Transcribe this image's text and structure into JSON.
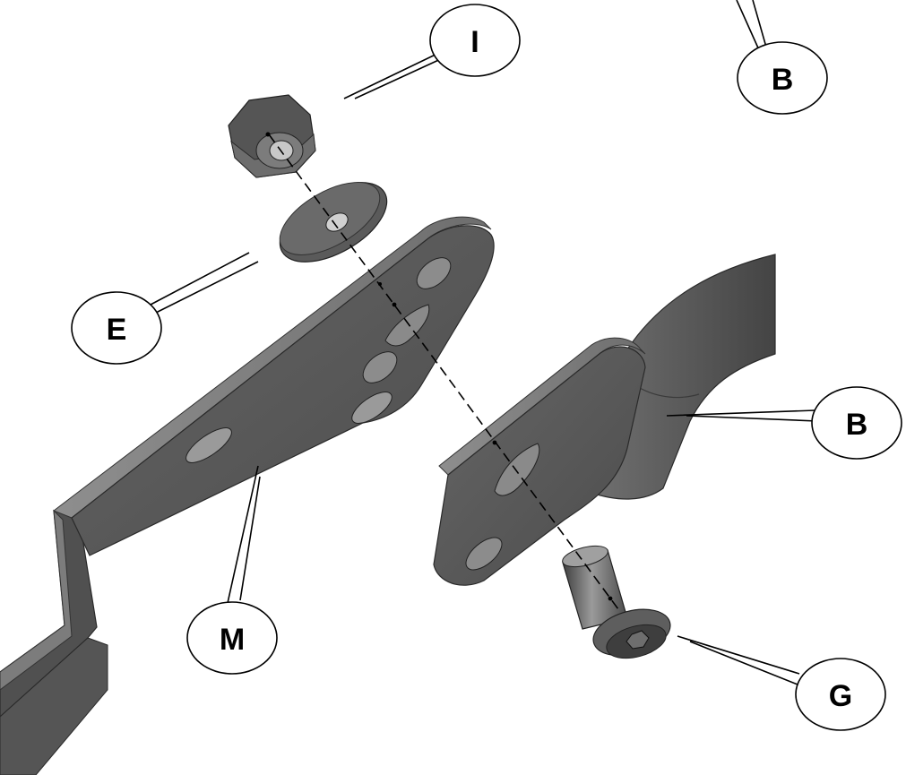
{
  "callouts": {
    "nut_label": "I",
    "top_right_label": "B",
    "washer_label": "E",
    "bracket_label": "B",
    "plate_label": "M",
    "bolt_label": "G"
  },
  "colors": {
    "metal_dark": "#4a4a4a",
    "metal_mid": "#5e5e5e",
    "metal_light": "#8a8a8a",
    "metal_edge": "#7a7a7a",
    "outline": "#000000"
  }
}
